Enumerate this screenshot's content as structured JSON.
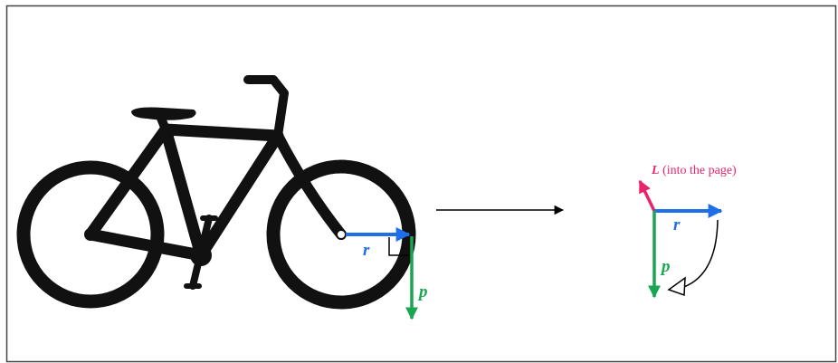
{
  "labels": {
    "r_bike": "r",
    "p_bike": "p",
    "r_right": "r",
    "p_right": "p",
    "L_symbol": "L",
    "L_note": " (into the page)"
  },
  "colors": {
    "r_vector": "#1f6fe8",
    "p_vector": "#1aa650",
    "L_vector": "#e8256c",
    "bike": "#111111",
    "frame_border": "#444444",
    "transition_arrow": "#000000"
  },
  "icons": {
    "bicycle": "bicycle-icon",
    "transition": "right-arrow-icon",
    "rotation": "curved-arrow-icon",
    "right_angle": "right-angle-marker-icon"
  }
}
